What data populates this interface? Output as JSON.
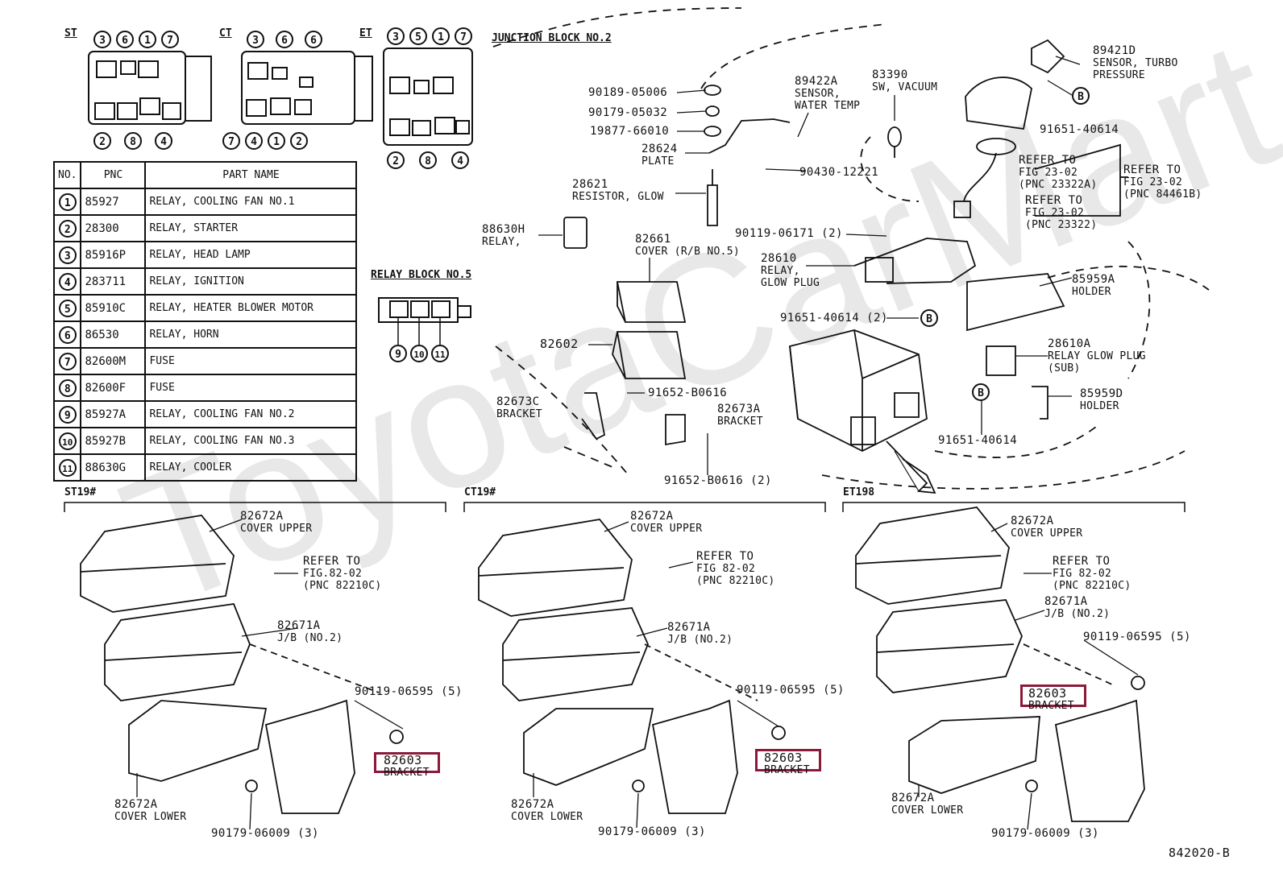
{
  "watermark": "ToyotaCarMart",
  "sections": {
    "st": "ST",
    "ct": "CT",
    "et": "ET",
    "junction_block": "JUNCTION BLOCK NO.2",
    "relay_block": "RELAY BLOCK NO.5",
    "st19": "ST19#",
    "ct19": "CT19#",
    "et198": "ET198"
  },
  "parts_table": {
    "headers": [
      "NO.",
      "PNC",
      "PART NAME"
    ],
    "rows": [
      {
        "no": "1",
        "pnc": "85927",
        "name": "RELAY, COOLING FAN NO.1"
      },
      {
        "no": "2",
        "pnc": "28300",
        "name": "RELAY, STARTER"
      },
      {
        "no": "3",
        "pnc": "85916P",
        "name": "RELAY, HEAD LAMP"
      },
      {
        "no": "4",
        "pnc": "283711",
        "name": "RELAY, IGNITION"
      },
      {
        "no": "5",
        "pnc": "85910C",
        "name": "RELAY, HEATER BLOWER MOTOR"
      },
      {
        "no": "6",
        "pnc": "86530",
        "name": "RELAY, HORN"
      },
      {
        "no": "7",
        "pnc": "82600M",
        "name": "FUSE"
      },
      {
        "no": "8",
        "pnc": "82600F",
        "name": "FUSE"
      },
      {
        "no": "9",
        "pnc": "85927A",
        "name": "RELAY, COOLING FAN NO.2"
      },
      {
        "no": "10",
        "pnc": "85927B",
        "name": "RELAY, COOLING FAN NO.3"
      },
      {
        "no": "11",
        "pnc": "88630G",
        "name": "RELAY, COOLER"
      }
    ]
  },
  "block_numbers": {
    "st_top": [
      "3",
      "6",
      "1",
      "7"
    ],
    "st_bottom": [
      "2",
      "8",
      "4"
    ],
    "ct_top": [
      "3",
      "6",
      "6"
    ],
    "ct_bottom": [
      "7",
      "4",
      "1",
      "2"
    ],
    "et_top": [
      "3",
      "5",
      "1",
      "7"
    ],
    "et_bottom": [
      "2",
      "8",
      "4"
    ],
    "relay5": [
      "9",
      "10",
      "11"
    ]
  },
  "labels": {
    "p90189": "90189-05006",
    "p90179a": "90179-05032",
    "p19877": "19877-66010",
    "p28624": "28624",
    "p28624n": "PLATE",
    "p28621": "28621",
    "p28621n": "RESISTOR, GLOW",
    "p88630": "88630H",
    "p88630n": "RELAY,",
    "p89422": "89422A",
    "p89422n1": "SENSOR,",
    "p89422n2": "WATER TEMP",
    "p83390": "83390",
    "p83390n": "SW, VACUUM",
    "p89421": "89421D",
    "p89421n1": "SENSOR, TURBO",
    "p89421n2": "PRESSURE",
    "p91651a": "91651-40614",
    "p90430": "90430-12221",
    "ref1a": "REFER TO",
    "ref1b": "FIG 23-02",
    "ref1c": "(PNC 23322A)",
    "ref2a": "REFER TO",
    "ref2b": "FIG 23-02",
    "ref2c": "(PNC 23322)",
    "ref3a": "REFER TO",
    "ref3b": "FIG 23-02",
    "ref3c": "(PNC 84461B)",
    "p90119a": "90119-06171 (2)",
    "p28610": "28610",
    "p28610n1": "RELAY,",
    "p28610n2": "GLOW PLUG",
    "p82661": "82661",
    "p82661n": "COVER (R/B NO.5)",
    "p85959a": "85959A",
    "p85959an": "HOLDER",
    "p91651b": "91651-40614 (2)",
    "p82602": "82602",
    "p28610a": "28610A",
    "p28610an1": "RELAY GLOW PLUG",
    "p28610an2": "(SUB)",
    "p82673c": "82673C",
    "p82673cn": "BRACKET",
    "p91652a": "91652-B0616",
    "p82673a": "82673A",
    "p82673an": "BRACKET",
    "p85959d": "85959D",
    "p85959dn": "HOLDER",
    "p91651c": "91651-40614",
    "p91652b": "91652-B0616 (2)",
    "b_marker": "B",
    "a_82672a": "82672A",
    "a_cover_upper": "COVER UPPER",
    "a_ref1": "REFER TO",
    "a_ref2": "FIG.82-02",
    "a_ref3": "(PNC 82210C)",
    "a_82671a": "82671A",
    "a_jb": "J/B (NO.2)",
    "a_90119": "90119-06595 (5)",
    "a_82603": "82603",
    "a_bracket": "BRACKET",
    "a_82672a_l": "82672A",
    "a_cover_lower": "COVER LOWER",
    "a_90179": "90179-06009 (3)",
    "b_82672a": "82672A",
    "b_cover_upper": "COVER UPPER",
    "b_ref1": "REFER TO",
    "b_ref2": "FIG 82-02",
    "b_ref3": "(PNC 82210C)",
    "b_82671a": "82671A",
    "b_jb": "J/B (NO.2)",
    "b_90119": "90119-06595 (5)",
    "b_82603": "82603",
    "b_bracket": "BRACKET",
    "b_82672a_l": "82672A",
    "b_cover_lower": "COVER LOWER",
    "b_90179": "90179-06009 (3)",
    "c_82672a": "82672A",
    "c_cover_upper": "COVER UPPER",
    "c_ref1": "REFER TO",
    "c_ref2": "FIG 82-02",
    "c_ref3": "(PNC 82210C)",
    "c_82671a": "82671A",
    "c_jb": "J/B (NO.2)",
    "c_90119": "90119-06595 (5)",
    "c_82603": "82603",
    "c_bracket": "BRACKET",
    "c_82672a_l": "82672A",
    "c_cover_lower": "COVER LOWER",
    "c_90179": "90179-06009 (3)",
    "figure_id": "842020-B"
  },
  "colors": {
    "highlight": "#8b1a3a",
    "line": "#111111"
  }
}
